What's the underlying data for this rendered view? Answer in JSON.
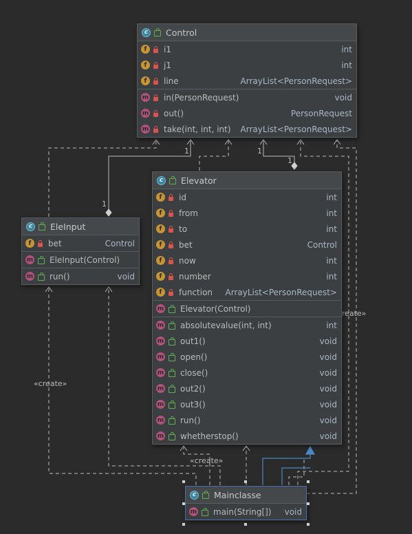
{
  "classes": {
    "control": {
      "name": "Control",
      "fields": [
        {
          "name": "i1",
          "type": "int"
        },
        {
          "name": "j1",
          "type": "int"
        },
        {
          "name": "line",
          "type": "ArrayList<PersonRequest>"
        }
      ],
      "methods": [
        {
          "name": "in(PersonRequest)",
          "type": "void"
        },
        {
          "name": "out()",
          "type": "PersonRequest"
        },
        {
          "name": "take(int, int, int)",
          "type": "ArrayList<PersonRequest>"
        }
      ]
    },
    "elevator": {
      "name": "Elevator",
      "fields": [
        {
          "name": "id",
          "type": "int"
        },
        {
          "name": "from",
          "type": "int"
        },
        {
          "name": "to",
          "type": "int"
        },
        {
          "name": "bet",
          "type": "Control"
        },
        {
          "name": "now",
          "type": "int"
        },
        {
          "name": "number",
          "type": "int"
        },
        {
          "name": "function",
          "type": "ArrayList<PersonRequest>"
        }
      ],
      "constructor": {
        "name": "Elevator(Control)",
        "type": ""
      },
      "methods": [
        {
          "name": "absolutevalue(int, int)",
          "type": "int"
        },
        {
          "name": "out1()",
          "type": "void"
        },
        {
          "name": "open()",
          "type": "void"
        },
        {
          "name": "close()",
          "type": "void"
        },
        {
          "name": "out2()",
          "type": "void"
        },
        {
          "name": "out3()",
          "type": "void"
        },
        {
          "name": "run()",
          "type": "void"
        },
        {
          "name": "whetherstop()",
          "type": "void"
        }
      ]
    },
    "eleinput": {
      "name": "EleInput",
      "fields": [
        {
          "name": "bet",
          "type": "Control"
        }
      ],
      "constructor": {
        "name": "EleInput(Control)",
        "type": ""
      },
      "methods": [
        {
          "name": "run()",
          "type": "void"
        }
      ]
    },
    "mainclasse": {
      "name": "Mainclasse",
      "methods": [
        {
          "name": "main(String[])",
          "type": "void"
        }
      ]
    }
  },
  "labels": {
    "create_left": "«create»",
    "create_right": "«create»",
    "create_bottom": "«create»",
    "mult_control_1a": "1",
    "mult_control_1b": "1",
    "mult_eleinput": "1",
    "mult_elevator": "1"
  },
  "colors": {
    "canvas": "#2b2b2b",
    "class_body": "#3c3f41",
    "wire": "#bbbbbb",
    "inheritance": "#4a88c7"
  }
}
